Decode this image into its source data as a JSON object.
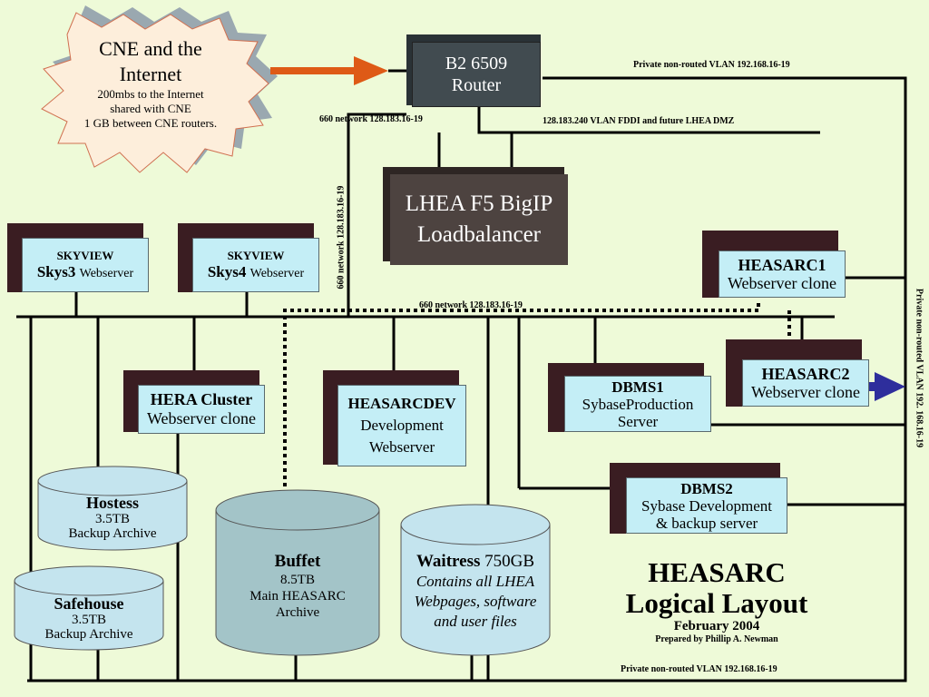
{
  "internet": {
    "title_line1": "CNE and the",
    "title_line2": "Internet",
    "detail_line1": "200mbs to the Internet",
    "detail_line2": "shared with CNE",
    "detail_line3": "1 GB between CNE routers."
  },
  "router": {
    "line1": "B2 6509",
    "line2": "Router"
  },
  "loadbalancer": {
    "line1": "LHEA F5 BigIP",
    "line2": "Loadbalancer"
  },
  "skys3": {
    "top": "SKYVIEW",
    "name": "Skys3",
    "role": "Webserver"
  },
  "skys4": {
    "top": "SKYVIEW",
    "name": "Skys4",
    "role": "Webserver"
  },
  "hera": {
    "line1": "HERA Cluster",
    "line2": "Webserver clone"
  },
  "heasarcdev": {
    "line1": "HEASARCDEV",
    "line2": "Development",
    "line3": "Webserver"
  },
  "dbms1": {
    "line1": "DBMS1",
    "line2": "SybaseProduction",
    "line3": "Server"
  },
  "dbms2": {
    "line1": "DBMS2",
    "line2": "Sybase Development",
    "line3": "& backup server"
  },
  "heasarc1": {
    "line1": "HEASARC1",
    "line2": "Webserver clone"
  },
  "heasarc2": {
    "line1": "HEASARC2",
    "line2": "Webserver clone"
  },
  "hostess": {
    "name": "Hostess",
    "size": "3.5TB",
    "desc": "Backup Archive"
  },
  "safehouse": {
    "name": "Safehouse",
    "size": "3.5TB",
    "desc": "Backup Archive"
  },
  "buffet": {
    "name": "Buffet",
    "size": "8.5TB",
    "desc1": "Main HEASARC",
    "desc2": "Archive"
  },
  "waitress": {
    "name": "Waitress",
    "size": "750GB",
    "desc1": "Contains all LHEA",
    "desc2": "Webpages, software",
    "desc3": "and user files"
  },
  "networks": {
    "vlan_top": "Private non-routed VLAN 192.168.16-19",
    "net660_a": "660 network 128.183.16-19",
    "vlan_fddi": "128.183.240 VLAN  FDDI and future LHEA DMZ",
    "net660_vertical": "660 network 128.183.16-19",
    "net660_bus": "660 network 128.183.16-19",
    "vlan_right": "Private non-routed VLAN 192. 168.16-19",
    "vlan_bottom": "Private non-routed VLAN 192.168.16-19"
  },
  "heading": {
    "line1": "HEASARC",
    "line2": "Logical Layout",
    "date": "February 2004",
    "author": "Prepared by Phillip A. Newman"
  },
  "colors": {
    "background": "#eefad8",
    "box_face": "#c4eef6",
    "box_shadow": "#3a1d22",
    "router": "#414b50",
    "loadbalancer": "#4d4340",
    "arrow_orange": "#de5a16",
    "arrow_blue": "#2e2e9c",
    "cylinder": "#c4e4ee",
    "cylinder_buffet": "#a3c4c8",
    "cloud_fill": "#fdeedb",
    "cloud_shadow": "#9aa8b0"
  }
}
